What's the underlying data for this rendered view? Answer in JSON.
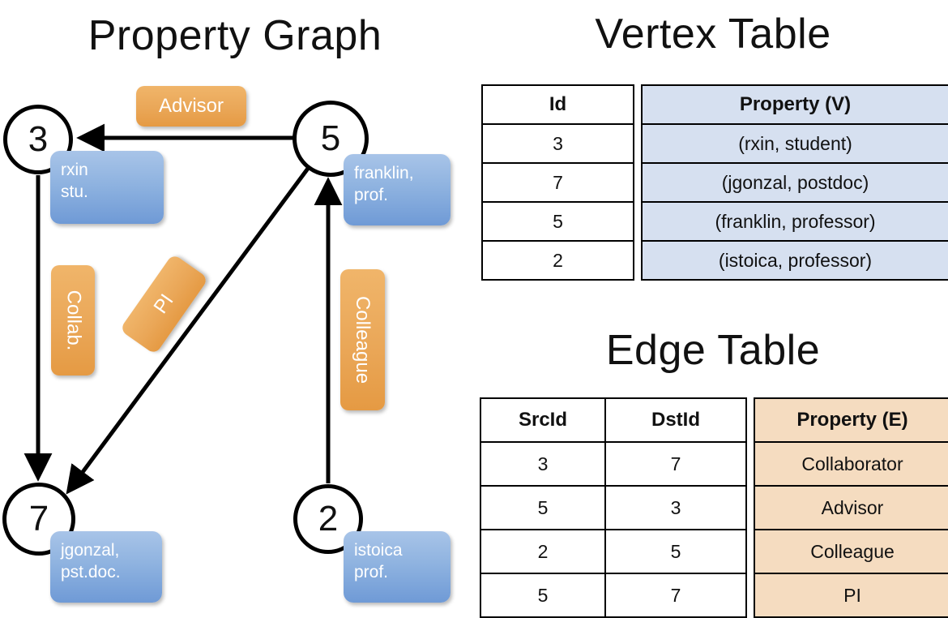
{
  "titles": {
    "property_graph": "Property Graph",
    "vertex_table": "Vertex Table",
    "edge_table": "Edge Table"
  },
  "graph": {
    "nodes": [
      {
        "id": "3",
        "property_line1": "rxin",
        "property_line2": "stu."
      },
      {
        "id": "5",
        "property_line1": "franklin,",
        "property_line2": "prof."
      },
      {
        "id": "7",
        "property_line1": "jgonzal,",
        "property_line2": "pst.doc."
      },
      {
        "id": "2",
        "property_line1": "istoica",
        "property_line2": "prof."
      }
    ],
    "edge_labels": [
      {
        "text": "Advisor",
        "orientation": "horizontal"
      },
      {
        "text": "Collab.",
        "orientation": "vertical"
      },
      {
        "text": "PI",
        "orientation": "diagonal"
      },
      {
        "text": "Colleague",
        "orientation": "vertical"
      }
    ],
    "edges": [
      {
        "from": "5",
        "to": "3",
        "label": "Advisor"
      },
      {
        "from": "3",
        "to": "7",
        "label": "Collab."
      },
      {
        "from": "5",
        "to": "7",
        "label": "PI"
      },
      {
        "from": "2",
        "to": "5",
        "label": "Colleague"
      }
    ]
  },
  "vertex_table": {
    "headers": [
      "Id",
      "Property (V)"
    ],
    "rows": [
      {
        "id": "3",
        "property": "(rxin, student)"
      },
      {
        "id": "7",
        "property": "(jgonzal, postdoc)"
      },
      {
        "id": "5",
        "property": "(franklin, professor)"
      },
      {
        "id": "2",
        "property": "(istoica, professor)"
      }
    ]
  },
  "edge_table": {
    "headers": [
      "SrcId",
      "DstId",
      "Property (E)"
    ],
    "rows": [
      {
        "src": "3",
        "dst": "7",
        "property": "Collaborator"
      },
      {
        "src": "5",
        "dst": "3",
        "property": "Advisor"
      },
      {
        "src": "2",
        "dst": "5",
        "property": "Colleague"
      },
      {
        "src": "5",
        "dst": "7",
        "property": "PI"
      }
    ]
  },
  "colors": {
    "vertex_property_fill": "#d6e0f0",
    "edge_property_fill": "#f5dcc0",
    "node_box_blue": "#8fb3e0",
    "edge_label_orange": "#eaa758",
    "stroke": "#000000"
  }
}
